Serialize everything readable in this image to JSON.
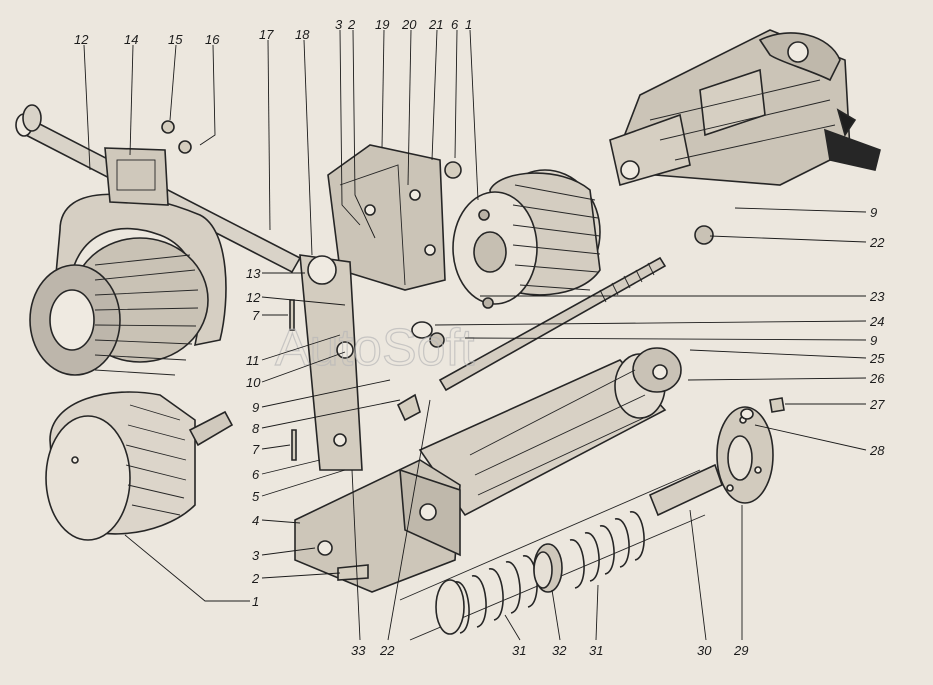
{
  "watermark": "AutoSoft",
  "labels": {
    "top": [
      "12",
      "14",
      "15",
      "16",
      "17",
      "18",
      "3",
      "2",
      "19",
      "20",
      "21",
      "6",
      "1"
    ],
    "left": [
      "13",
      "12",
      "7",
      "11",
      "10",
      "9",
      "8",
      "7",
      "6",
      "5",
      "4",
      "3",
      "2"
    ],
    "right": [
      "9",
      "22",
      "23",
      "24",
      "9",
      "25",
      "26",
      "27",
      "28"
    ],
    "bottom": [
      "1",
      "33",
      "22",
      "31",
      "32",
      "31",
      "30",
      "29"
    ]
  },
  "colors": {
    "ink": "#262626",
    "paper": "#ece7de",
    "shade": "#bdb6ab"
  }
}
